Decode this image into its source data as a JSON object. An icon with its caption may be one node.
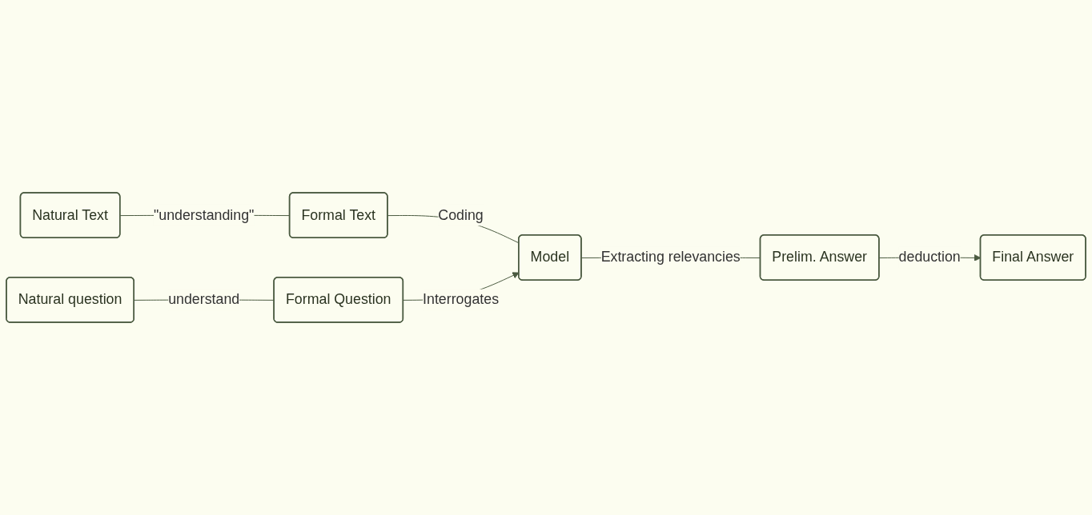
{
  "diagram": {
    "nodes": [
      {
        "text": [
          "Natural Text"
        ]
      },
      {
        "text": [
          "Formal Text"
        ]
      },
      {
        "text": [
          "Model"
        ]
      },
      {
        "text": [
          "Natural question"
        ]
      },
      {
        "text": [
          "Formal Question"
        ]
      },
      {
        "text": [
          "Prelim. Answer"
        ]
      },
      {
        "text": [
          "Final Answer"
        ]
      }
    ],
    "edges": [
      {
        "from": 0,
        "to": 1,
        "arrow": "none",
        "label": "\"understanding\""
      },
      {
        "from": 1,
        "to": 2,
        "arrow": "none",
        "label": "Coding"
      },
      {
        "from": 3,
        "to": 4,
        "arrow": "none",
        "label": "understand"
      },
      {
        "from": 4,
        "to": 2,
        "arrow": "to",
        "label": "Interrogates"
      },
      {
        "from": 2,
        "to": 5,
        "arrow": "none",
        "label": "Extracting relevancies"
      },
      {
        "from": 5,
        "to": 6,
        "arrow": "to",
        "label": "deduction"
      }
    ]
  }
}
